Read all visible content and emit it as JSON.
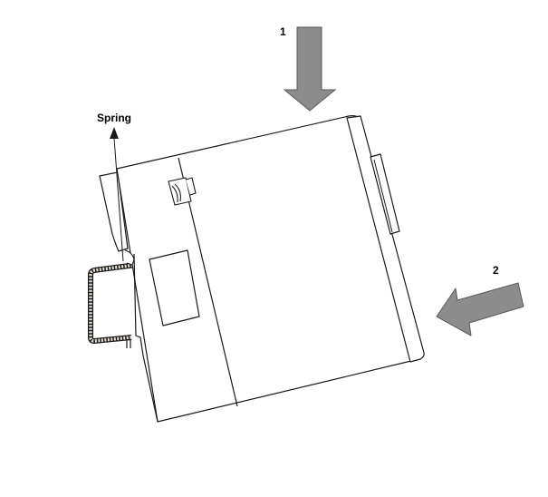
{
  "labels": {
    "spring": "Spring",
    "arrow_1": "1",
    "arrow_2": "2"
  },
  "colors": {
    "outline": "#1a1a1a",
    "arrow_fill": "#8c8c8c",
    "arrow_stroke": "#5a5a5a",
    "rail_fill": "#e8e2d8",
    "background": "#ffffff"
  }
}
